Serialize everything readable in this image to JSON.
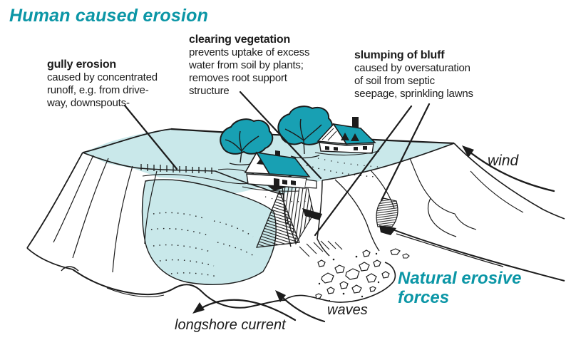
{
  "title": "Human caused erosion",
  "colors": {
    "accent_teal": "#0b96a6",
    "illustration_teal": "#18a0b3",
    "land_light_teal": "#c9e8ea",
    "ink": "#1c1c1c",
    "background": "#ffffff"
  },
  "labels": {
    "gully": {
      "heading": "gully erosion",
      "lines": [
        "caused by concentrated",
        "runoff, e.g. from drive-",
        "way, downspouts-"
      ]
    },
    "clearing": {
      "heading": "clearing vegetation",
      "lines": [
        "prevents uptake of excess",
        "water from soil by plants;",
        "removes root support",
        "structure"
      ]
    },
    "slumping": {
      "heading": "slumping of bluff",
      "lines": [
        "caused by oversaturation",
        "of soil from septic",
        "seepage, sprinkling lawns"
      ]
    }
  },
  "annotations": {
    "wind": "wind",
    "waves": "waves",
    "longshore_current": "longshore current",
    "natural_forces_line1": "Natural erosive",
    "natural_forces_line2": "forces"
  },
  "illustration": {
    "scene": "coastal bluff with houses, trees, gully, slump debris, beach",
    "icons": [
      "tree-icon",
      "house-icon",
      "wind-arrow-icon",
      "waves-arrow-icon",
      "longshore-current-arrow-icon"
    ]
  }
}
